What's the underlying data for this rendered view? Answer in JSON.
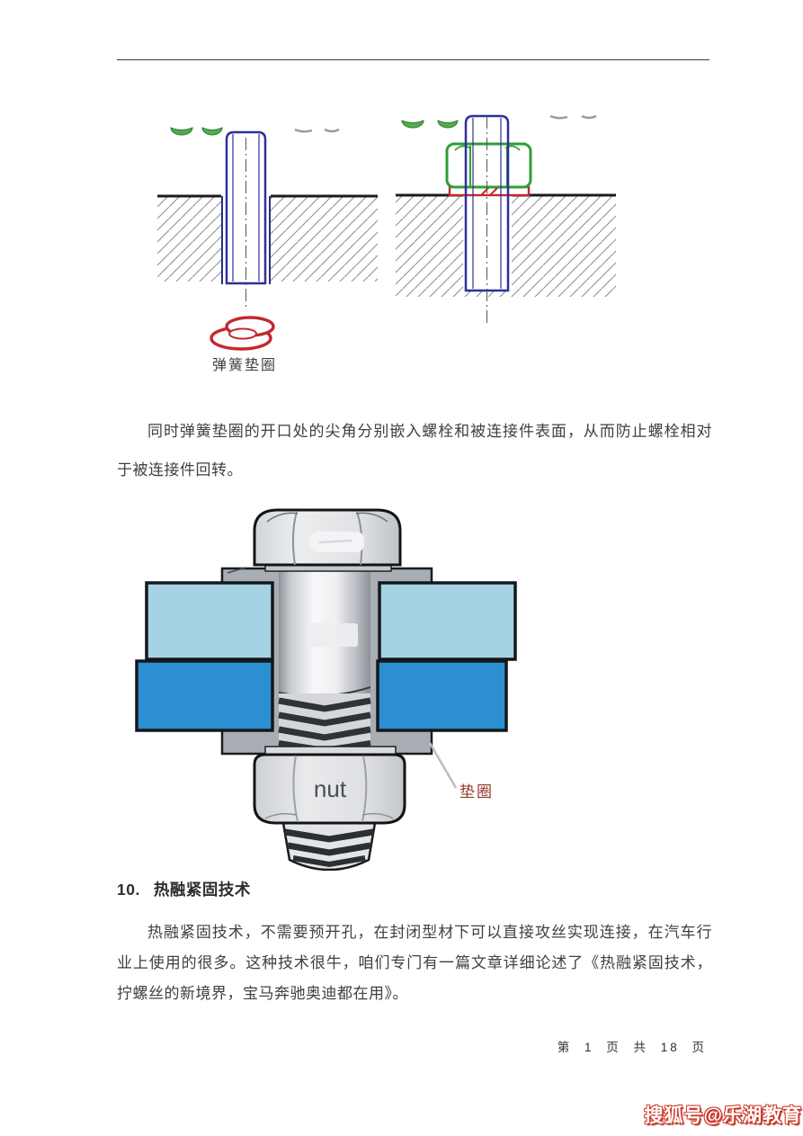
{
  "figure1": {
    "caption_spring_washer": "弹簧垫圈"
  },
  "body_text": {
    "paragraph1": "同时弹簧垫圈的开口处的尖角分别嵌入螺栓和被连接件表面，从而防止螺栓相对于被连接件回转。"
  },
  "section10": {
    "number": "10.",
    "title": "热融紧固技术",
    "paragraph": "热融紧固技术，不需要预开孔，在封闭型材下可以直接攻丝实现连接，在汽车行业上使用的很多。这种技术很牛，咱们专门有一篇文章详细论述了《热融紧固技术，拧螺丝的新境界，宝马奔驰奥迪都在用》。"
  },
  "figure2": {
    "nut_label": "nut",
    "washer_label": "垫圈"
  },
  "footer": {
    "page_indicator": "第 1 页  共 18 页"
  },
  "watermark": {
    "text": "搜狐号@乐湖教育"
  },
  "colors": {
    "bolt_outline_blue": "#2d2f9e",
    "nut_outline_green": "#2e9e35",
    "washer_red": "#c3282d",
    "plate_light_blue": "#a5d3e4",
    "plate_dark_blue": "#2b8fd2",
    "watermark_red": "#cf3a2c"
  }
}
